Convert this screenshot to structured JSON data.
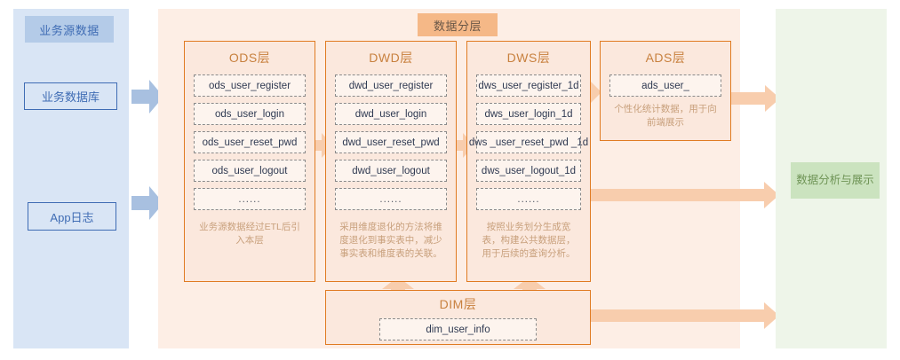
{
  "source": {
    "title": "业务源数据",
    "boxes": [
      {
        "label": "业务数据库"
      },
      {
        "label": "App日志"
      }
    ]
  },
  "layer_panel": {
    "title": "数据分层",
    "layers": [
      {
        "key": "ods",
        "head": "ODS层",
        "tables": [
          "ods_user_register",
          "ods_user_login",
          "ods_user_reset_pwd",
          "ods_user_logout",
          "......"
        ],
        "note": "业务源数据经过ETL后引入本层"
      },
      {
        "key": "dwd",
        "head": "DWD层",
        "tables": [
          "dwd_user_register",
          "dwd_user_login",
          "dwd_user_reset_pwd",
          "dwd_user_logout",
          "......"
        ],
        "note": "采用维度退化的方法将维度退化到事实表中，减少事实表和维度表的关联。"
      },
      {
        "key": "dws",
        "head": "DWS层",
        "tables": [
          "dws_user_register_1d",
          "dws_user_login_1d",
          "dws _user_reset_pwd _1d",
          "dws_user_logout_1d",
          "......"
        ],
        "note": "按照业务划分生成宽表，构建公共数据层，用于后续的查询分析。"
      },
      {
        "key": "ads",
        "head": "ADS层",
        "tables": [
          "ads_user_"
        ],
        "note": "个性化统计数据，用于向前端展示"
      },
      {
        "key": "dim",
        "head": "DIM层",
        "tables": [
          "dim_user_info"
        ],
        "note": ""
      }
    ]
  },
  "result": {
    "label": "数据分析与展示"
  },
  "colors": {
    "source_panel_bg": "#d9e5f5",
    "source_title_bg": "#b4cbe8",
    "source_text": "#3f6cb4",
    "blue_arrow": "#a8c0e0",
    "layer_panel_bg": "#fdeee5",
    "layer_title_bg": "#f5b887",
    "layer_border": "#e07b22",
    "layer_box_bg": "#fbe8dd",
    "layer_head_text": "#c8813f",
    "note_text": "#c8a07c",
    "table_border": "#8a8a8a",
    "table_text": "#2f3a52",
    "peach_arrow": "#f8cdad",
    "result_panel_bg": "#eef5e9",
    "result_box_bg": "#cbe3bf",
    "result_text": "#6f9456"
  }
}
